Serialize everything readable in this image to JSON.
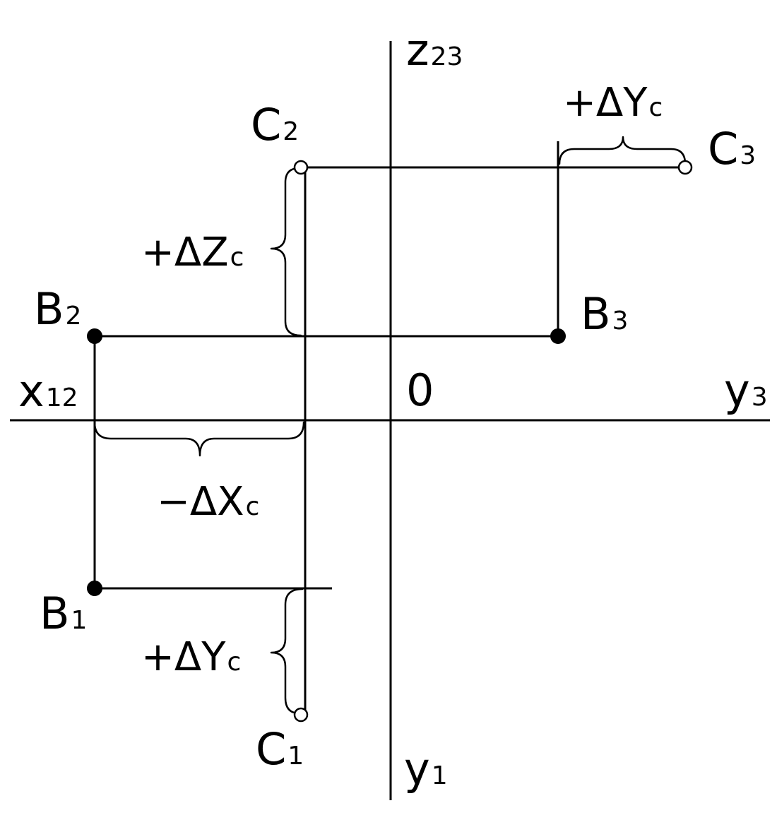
{
  "axes": {
    "z": {
      "main": "z",
      "sub": "23"
    },
    "x": {
      "main": "x",
      "sub": "12"
    },
    "y3": {
      "main": "y",
      "sub": "3"
    },
    "y1": {
      "main": "y",
      "sub": "1"
    },
    "origin": "0"
  },
  "points": {
    "C2": {
      "main": "C",
      "sub": "2"
    },
    "C3": {
      "main": "C",
      "sub": "3"
    },
    "B2": {
      "main": "B",
      "sub": "2"
    },
    "B3": {
      "main": "B",
      "sub": "3"
    },
    "B1": {
      "main": "B",
      "sub": "1"
    },
    "C1": {
      "main": "C",
      "sub": "1"
    }
  },
  "annotations": {
    "dY_top": {
      "main": "+ΔY",
      "sub": "c"
    },
    "dZ": {
      "main": "+ΔZ",
      "sub": "c"
    },
    "dX": {
      "main": "−ΔX",
      "sub": "c"
    },
    "dY_bottom": {
      "main": "+ΔY",
      "sub": "c"
    }
  },
  "colors": {
    "line": "#000000",
    "background": "#ffffff"
  }
}
